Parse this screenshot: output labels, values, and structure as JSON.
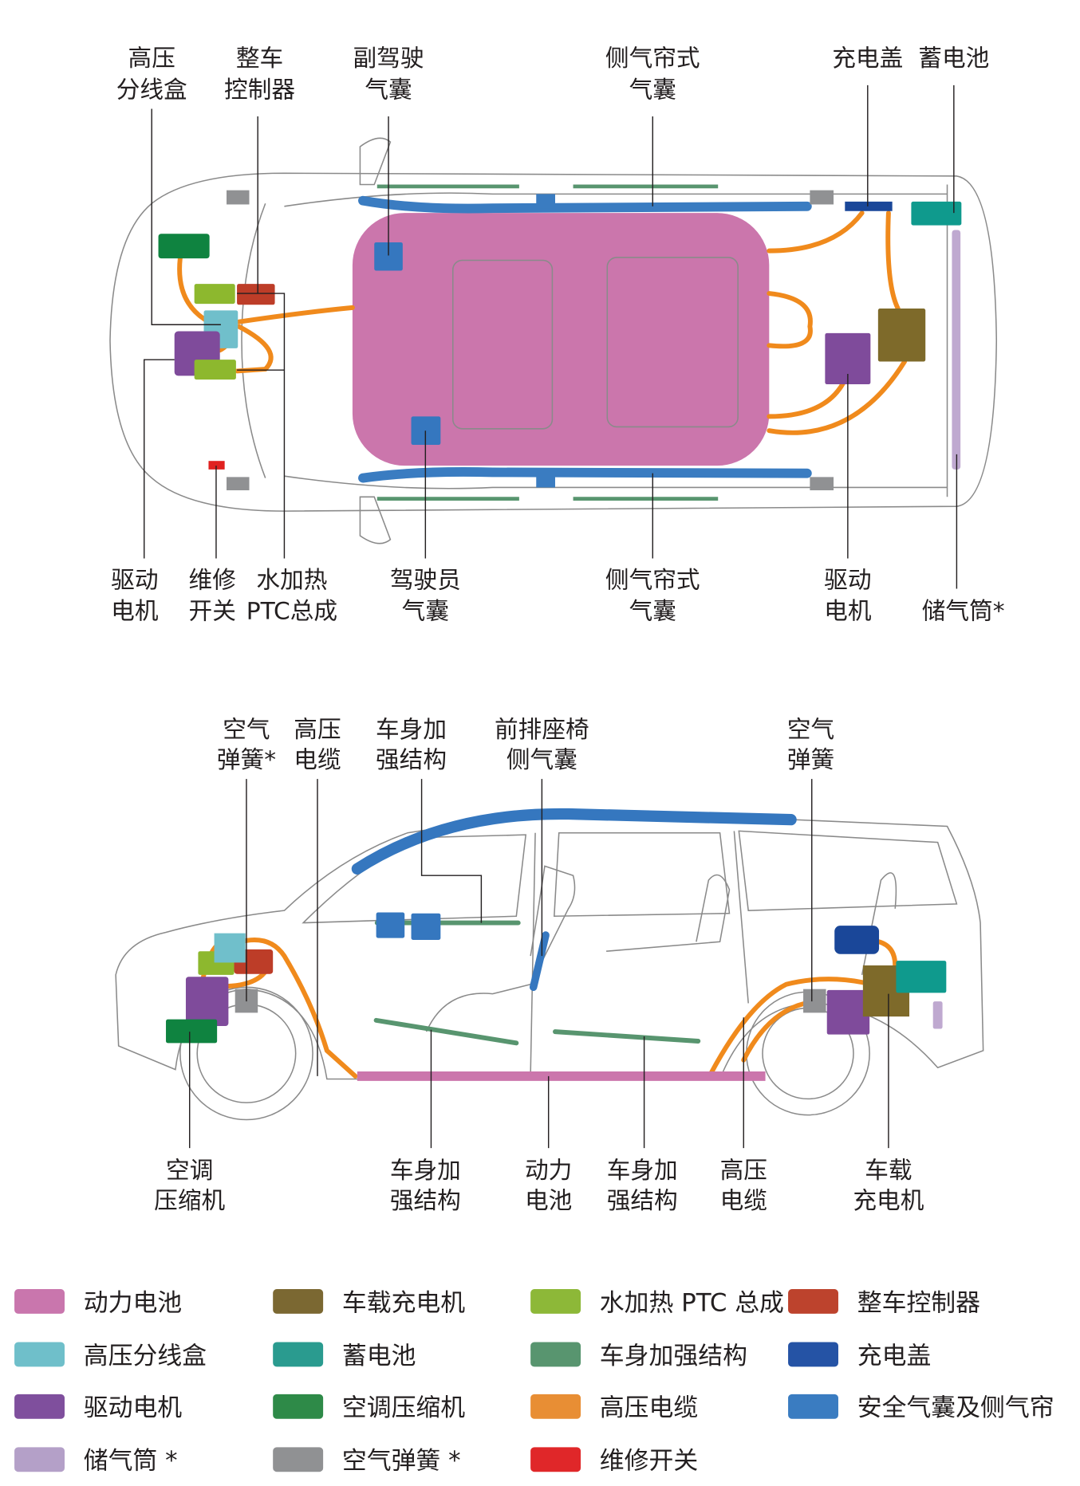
{
  "top_view": {
    "labels_top": [
      {
        "l1": "高压",
        "l2": "分线盒"
      },
      {
        "l1": "整车",
        "l2": "控制器"
      },
      {
        "l1": "副驾驶",
        "l2": "气囊"
      },
      {
        "l1": "侧气帘式",
        "l2": "气囊"
      },
      {
        "l1": "充电盖"
      },
      {
        "l1": "蓄电池"
      }
    ],
    "labels_bottom": [
      {
        "l1": "驱动",
        "l2": "电机"
      },
      {
        "l1": "维修",
        "l2": "开关"
      },
      {
        "l1": "水加热",
        "l2": "PTC总成"
      },
      {
        "l1": "驾驶员",
        "l2": "气囊"
      },
      {
        "l1": "侧气帘式",
        "l2": "气囊"
      },
      {
        "l1": "驱动",
        "l2": "电机"
      },
      {
        "l1": "储气筒*"
      }
    ]
  },
  "side_view": {
    "labels_top": [
      {
        "l1": "空气",
        "l2": "弹簧*"
      },
      {
        "l1": "高压",
        "l2": "电缆"
      },
      {
        "l1": "车身加",
        "l2": "强结构"
      },
      {
        "l1": "前排座椅",
        "l2": "侧气囊"
      },
      {
        "l1": "空气",
        "l2": "弹簧"
      }
    ],
    "labels_bottom": [
      {
        "l1": "空调",
        "l2": "压缩机"
      },
      {
        "l1": "车身加",
        "l2": "强结构"
      },
      {
        "l1": "动力",
        "l2": "电池"
      },
      {
        "l1": "车身加",
        "l2": "强结构"
      },
      {
        "l1": "高压",
        "l2": "电缆"
      },
      {
        "l1": "车载",
        "l2": "充电机"
      }
    ]
  },
  "legend": [
    {
      "label": "动力电池",
      "color": "#c976ad"
    },
    {
      "label": "车载充电机",
      "color": "#7b6832"
    },
    {
      "label": "水加热 PTC 总成",
      "color": "#8db838"
    },
    {
      "label": "整车控制器",
      "color": "#bd432d"
    },
    {
      "label": "高压分线盒",
      "color": "#6fbfca"
    },
    {
      "label": "蓄电池",
      "color": "#2a9b8f"
    },
    {
      "label": "车身加强结构",
      "color": "#58956f"
    },
    {
      "label": "充电盖",
      "color": "#2553a5"
    },
    {
      "label": "驱动电机",
      "color": "#7f4f9d"
    },
    {
      "label": "空调压缩机",
      "color": "#2e8a48"
    },
    {
      "label": "高压电缆",
      "color": "#e88e34"
    },
    {
      "label": "安全气囊及侧气帘",
      "color": "#3a7cc1"
    },
    {
      "label": "储气筒 *",
      "color": "#b4a0c8"
    },
    {
      "label": "空气弹簧 *",
      "color": "#909193"
    },
    {
      "label": "维修开关",
      "color": "#e02729"
    }
  ]
}
